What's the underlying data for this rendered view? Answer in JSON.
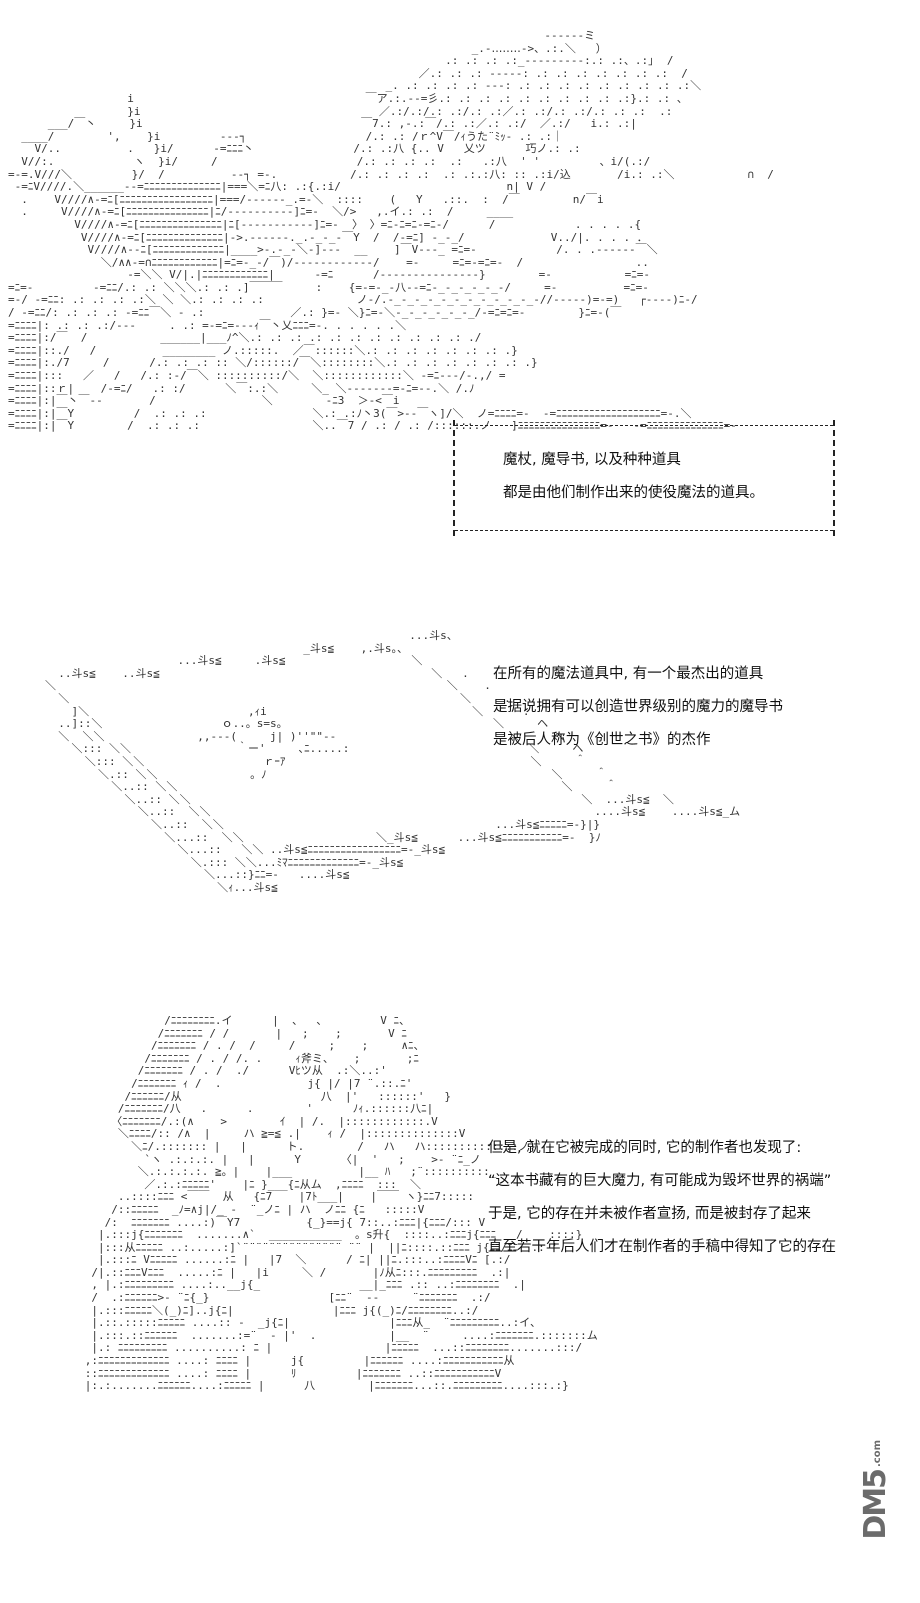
{
  "panel1": {
    "caption_lines": [
      "魔杖, 魔导书, 以及种种道具",
      "都是由他们制作出来的使役魔法的道具。"
    ]
  },
  "panel2": {
    "caption_lines": [
      "在所有的魔法道具中, 有一个最杰出的道具",
      "是据说拥有可以创造世界级别的魔力的魔导书",
      "是被后人称为《创世之书》的杰作"
    ]
  },
  "panel3": {
    "caption_lines": [
      "但是, 就在它被完成的同时, 它的制作者也发现了:",
      "“这本书藏有的巨大魔力, 有可能成为毁坏世界的祸端”",
      "于是, 它的存在并未被作者宣扬, 而是被封存了起来",
      "直至若干年后人们才在制作者的手稿中得知了它的存在"
    ]
  },
  "watermark": {
    "text": "DM5",
    "domain": ".com"
  }
}
